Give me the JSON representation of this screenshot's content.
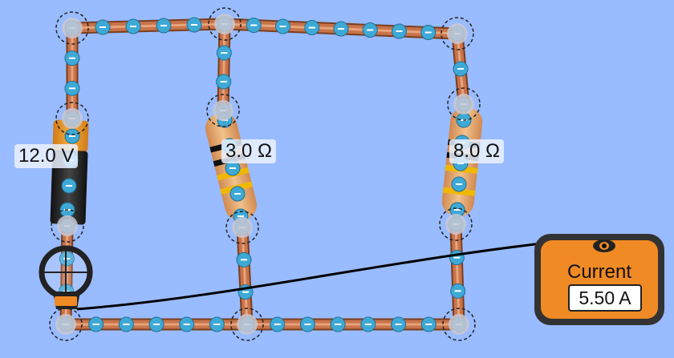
{
  "battery": {
    "voltage_label": "12.0 V"
  },
  "resistors": [
    {
      "label": "3.0 Ω"
    },
    {
      "label": "8.0 Ω"
    }
  ],
  "ammeter": {
    "title": "Current",
    "reading": "5.50 A"
  },
  "colors": {
    "background": "#99bbff",
    "wire": "#c8734a",
    "electron": "#3fa9d6",
    "meter_body": "#f08a24"
  }
}
